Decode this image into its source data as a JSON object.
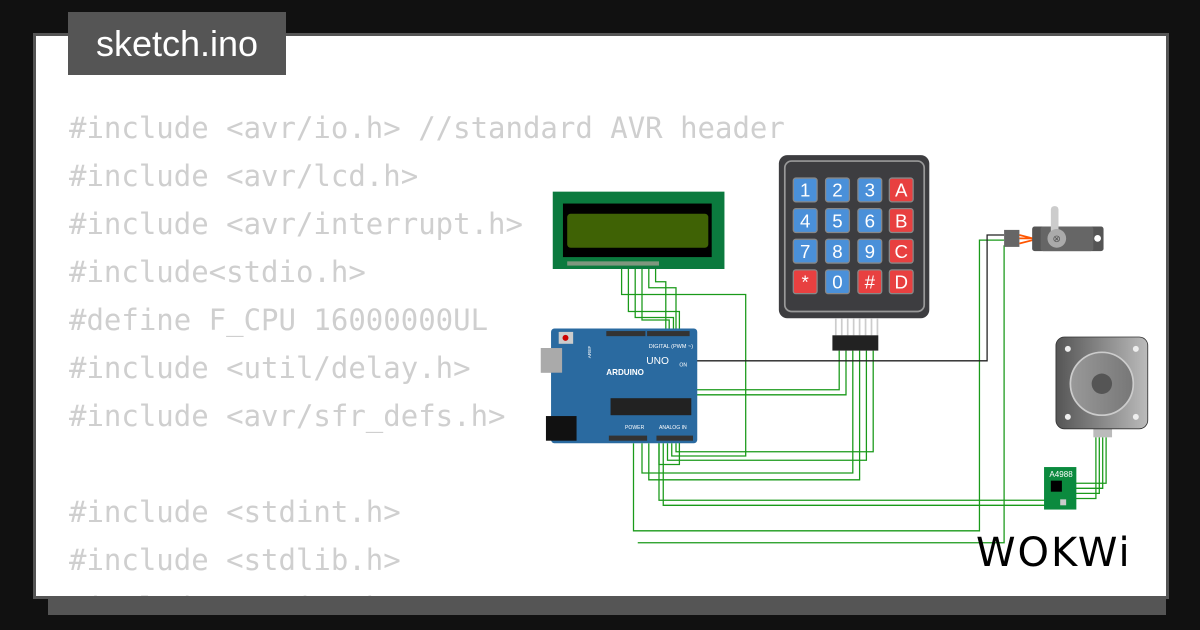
{
  "title": "sketch.ino",
  "code_lines": [
    "#include <avr/io.h> //standard AVR header",
    "#include <avr/lcd.h>",
    "#include <avr/interrupt.h>",
    "#include<stdio.h>",
    "#define F_CPU 16000000UL",
    "#include <util/delay.h>",
    "#include <avr/sfr_defs.h>",
    "",
    "#include <stdint.h>",
    "#include <stdlib.h>",
    "#include <string.h>"
  ],
  "keypad": {
    "keys": [
      "1",
      "2",
      "3",
      "A",
      "4",
      "5",
      "6",
      "B",
      "7",
      "8",
      "9",
      "C",
      "*",
      "0",
      "#",
      "D"
    ],
    "blue": "#4a90d9",
    "red": "#e84040"
  },
  "arduino": {
    "brand": "ARDUINO",
    "model": "UNO",
    "digital_label": "DIGITAL (PWM ~)",
    "power_label": "POWER",
    "analog_label": "ANALOG IN",
    "on_label": "ON",
    "aref": "AREF"
  },
  "driver": {
    "label": "A4988"
  },
  "logo": "WOKWi",
  "colors": {
    "wire": "#1a9a1a",
    "board": "#2a6aa0",
    "lcd_board": "#0b7a3e"
  }
}
